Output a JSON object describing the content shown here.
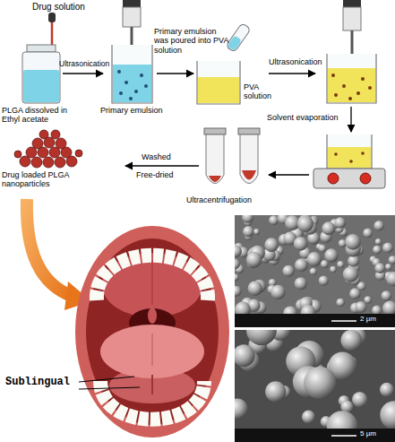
{
  "diagram": {
    "labels": [
      "Drug solution",
      "Ultrasonication",
      "Primary emulsion was poured into PVA solution",
      "PVA solution",
      "Ultrasonication",
      "PLGA dissolved in Ethyl acetate",
      "Primary emulsion",
      "Solvent evaporation",
      "Washed",
      "Free-dried",
      "Drug loaded PLGA nanoparticles",
      "Ultracentrifugation",
      "Sublingual",
      "2 µm",
      "5 µm"
    ]
  }
}
